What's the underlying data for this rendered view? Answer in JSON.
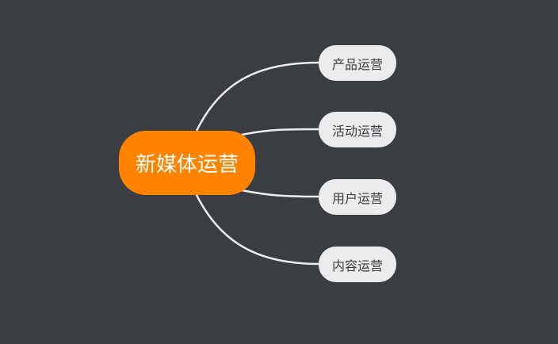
{
  "canvas": {
    "background": "#3a3d42"
  },
  "root": {
    "label": "新媒体运营",
    "color": "#ff8300",
    "text_color": "#ffffff"
  },
  "topics": [
    {
      "label": "产品运营"
    },
    {
      "label": "活动运营"
    },
    {
      "label": "用户运营"
    },
    {
      "label": "内容运营"
    }
  ],
  "styles": {
    "topic_fill": "#ebecee",
    "topic_text": "#3a3d42",
    "line_color": "#eeeeee"
  }
}
